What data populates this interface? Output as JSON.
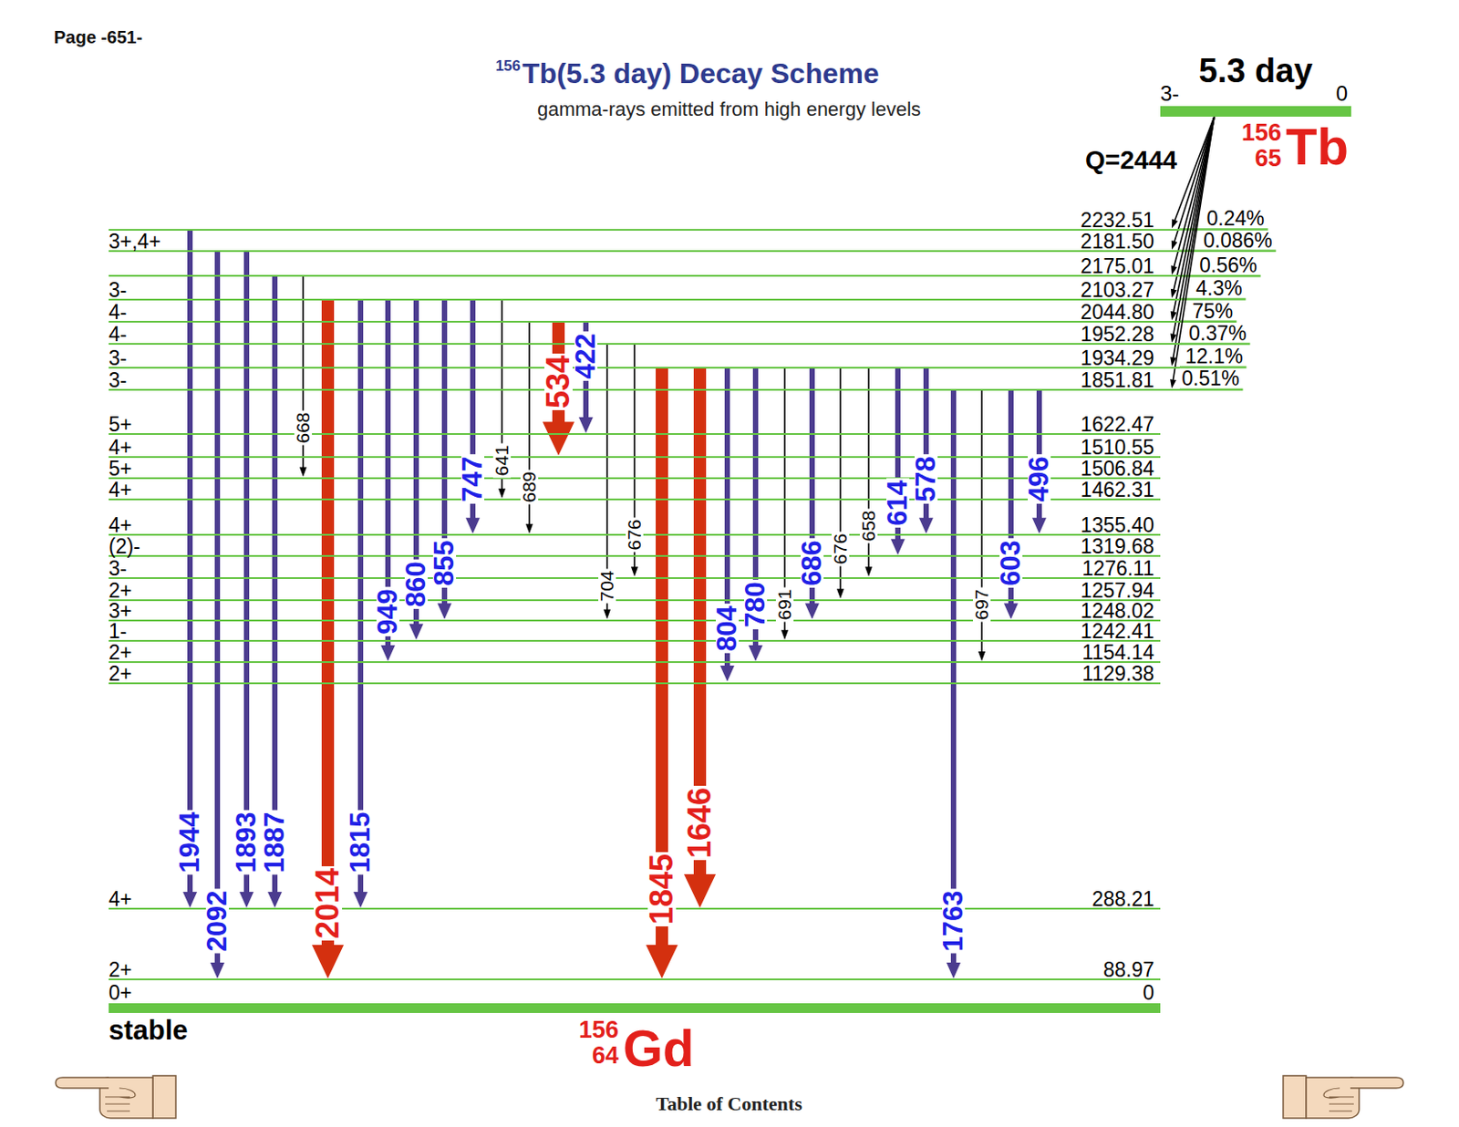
{
  "diagram": {
    "title": "Tb(5.3 day) Decay Scheme",
    "nodes": [
      {
        "text": [
          "5.3 day",
          "3-",
          "0"
        ]
      },
      {
        "text": [
          "2232.51"
        ]
      },
      {
        "text": [
          "3+,4+",
          "2181.50"
        ]
      },
      {
        "text": [
          "2175.01"
        ]
      },
      {
        "text": [
          "3-",
          "2103.27"
        ]
      },
      {
        "text": [
          "4-",
          "2044.80"
        ]
      },
      {
        "text": [
          "4-",
          "1952.28"
        ]
      },
      {
        "text": [
          "3-",
          "1934.29"
        ]
      },
      {
        "text": [
          "3-",
          "1851.81"
        ]
      },
      {
        "text": [
          "5+",
          "1622.47"
        ]
      },
      {
        "text": [
          "4+",
          "1510.55"
        ]
      },
      {
        "text": [
          "5+",
          "1506.84"
        ]
      },
      {
        "text": [
          "4+",
          "1462.31"
        ]
      },
      {
        "text": [
          "4+",
          "1355.40"
        ]
      },
      {
        "text": [
          "(2)-",
          "1319.68"
        ]
      },
      {
        "text": [
          "3-",
          "1276.11"
        ]
      },
      {
        "text": [
          "2+",
          "1257.94"
        ]
      },
      {
        "text": [
          "3+",
          "1248.02"
        ]
      },
      {
        "text": [
          "1-",
          "1242.41"
        ]
      },
      {
        "text": [
          "2+",
          "1154.14"
        ]
      },
      {
        "text": [
          "2+",
          "1129.38"
        ]
      },
      {
        "text": [
          "4+",
          "288.21"
        ]
      },
      {
        "text": [
          "2+",
          "88.97"
        ]
      },
      {
        "text": [
          "0+",
          "0",
          "stable"
        ]
      }
    ],
    "edges": [
      {
        "from": 1,
        "to": 21,
        "arrow": "to",
        "label": "1944"
      },
      {
        "from": 2,
        "to": 22,
        "arrow": "to",
        "label": "2092"
      },
      {
        "from": 2,
        "to": 21,
        "arrow": "to",
        "label": "1893"
      },
      {
        "from": 3,
        "to": 21,
        "arrow": "to",
        "label": "1887"
      },
      {
        "from": 3,
        "to": 11,
        "arrow": "to",
        "label": "668"
      },
      {
        "from": 4,
        "to": 22,
        "arrow": "to",
        "label": "2014"
      },
      {
        "from": 4,
        "to": 21,
        "arrow": "to",
        "label": "1815"
      },
      {
        "from": 4,
        "to": 19,
        "arrow": "to",
        "label": "949"
      },
      {
        "from": 4,
        "to": 18,
        "arrow": "to",
        "label": "860"
      },
      {
        "from": 4,
        "to": 17,
        "arrow": "to",
        "label": "855"
      },
      {
        "from": 4,
        "to": 13,
        "arrow": "to",
        "label": "747"
      },
      {
        "from": 4,
        "to": 12,
        "arrow": "to",
        "label": "641"
      },
      {
        "from": 5,
        "to": 13,
        "arrow": "to",
        "label": "689"
      },
      {
        "from": 5,
        "to": 10,
        "arrow": "to",
        "label": "534"
      },
      {
        "from": 5,
        "to": 9,
        "arrow": "to",
        "label": "422"
      },
      {
        "from": 6,
        "to": 17,
        "arrow": "to",
        "label": "704"
      },
      {
        "from": 6,
        "to": 15,
        "arrow": "to",
        "label": "676"
      },
      {
        "from": 7,
        "to": 22,
        "arrow": "to",
        "label": "1845"
      },
      {
        "from": 7,
        "to": 21,
        "arrow": "to",
        "label": "1646"
      },
      {
        "from": 7,
        "to": 20,
        "arrow": "to",
        "label": "804"
      },
      {
        "from": 7,
        "to": 19,
        "arrow": "to",
        "label": "780"
      },
      {
        "from": 7,
        "to": 18,
        "arrow": "to",
        "label": "691"
      },
      {
        "from": 7,
        "to": 17,
        "arrow": "to",
        "label": "686"
      },
      {
        "from": 7,
        "to": 16,
        "arrow": "to",
        "label": "676"
      },
      {
        "from": 7,
        "to": 15,
        "arrow": "to",
        "label": "658"
      },
      {
        "from": 7,
        "to": 14,
        "arrow": "to",
        "label": "614"
      },
      {
        "from": 7,
        "to": 13,
        "arrow": "to",
        "label": "578"
      },
      {
        "from": 8,
        "to": 22,
        "arrow": "to",
        "label": "1763"
      },
      {
        "from": 8,
        "to": 19,
        "arrow": "to",
        "label": "697"
      },
      {
        "from": 8,
        "to": 17,
        "arrow": "to",
        "label": "603"
      },
      {
        "from": 8,
        "to": 13,
        "arrow": "to",
        "label": "496"
      },
      {
        "from": 0,
        "to": 1,
        "arrow": "to",
        "label": "0.24%"
      },
      {
        "from": 0,
        "to": 2,
        "arrow": "to",
        "label": "0.086%"
      },
      {
        "from": 0,
        "to": 3,
        "arrow": "to",
        "label": "0.56%"
      },
      {
        "from": 0,
        "to": 4,
        "arrow": "to",
        "label": "4.3%"
      },
      {
        "from": 0,
        "to": 5,
        "arrow": "to",
        "label": "75%"
      },
      {
        "from": 0,
        "to": 6,
        "arrow": "to",
        "label": "0.37%"
      },
      {
        "from": 0,
        "to": 7,
        "arrow": "to",
        "label": "12.1%"
      },
      {
        "from": 0,
        "to": 8,
        "arrow": "to",
        "label": "0.51%"
      }
    ],
    "labels": [
      "Page -651-",
      "156",
      "gamma-rays emitted from high energy levels",
      "Q=2444",
      "156",
      "65",
      "Tb",
      "156",
      "64",
      "Gd",
      "Table of Contents"
    ]
  }
}
